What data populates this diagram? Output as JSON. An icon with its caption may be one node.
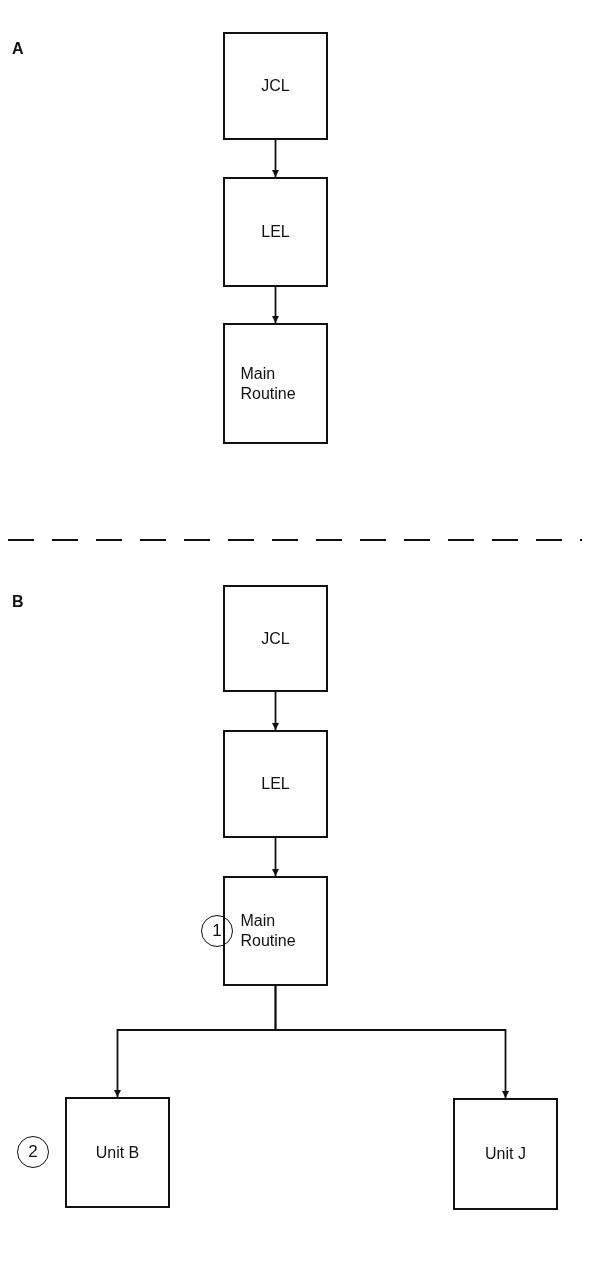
{
  "diagram": {
    "nodes": [
      {
        "text": [
          "JCL"
        ]
      },
      {
        "text": [
          "LEL"
        ]
      },
      {
        "text": [
          "Main Routine"
        ]
      },
      {
        "text": [
          "JCL"
        ]
      },
      {
        "text": [
          "LEL"
        ]
      },
      {
        "text": [
          "Main Routine"
        ]
      },
      {
        "text": [
          "Unit B"
        ]
      },
      {
        "text": [
          "Unit J"
        ]
      }
    ],
    "edges": [
      {
        "from": 0,
        "to": 1,
        "arrow": "to"
      },
      {
        "from": 1,
        "to": 2,
        "arrow": "to"
      },
      {
        "from": 3,
        "to": 4,
        "arrow": "to"
      },
      {
        "from": 4,
        "to": 5,
        "arrow": "to"
      },
      {
        "from": 5,
        "to": 6,
        "arrow": "to"
      },
      {
        "from": 5,
        "to": 7,
        "arrow": "to"
      }
    ],
    "labels": [
      "A",
      "B",
      "1",
      "2"
    ]
  }
}
